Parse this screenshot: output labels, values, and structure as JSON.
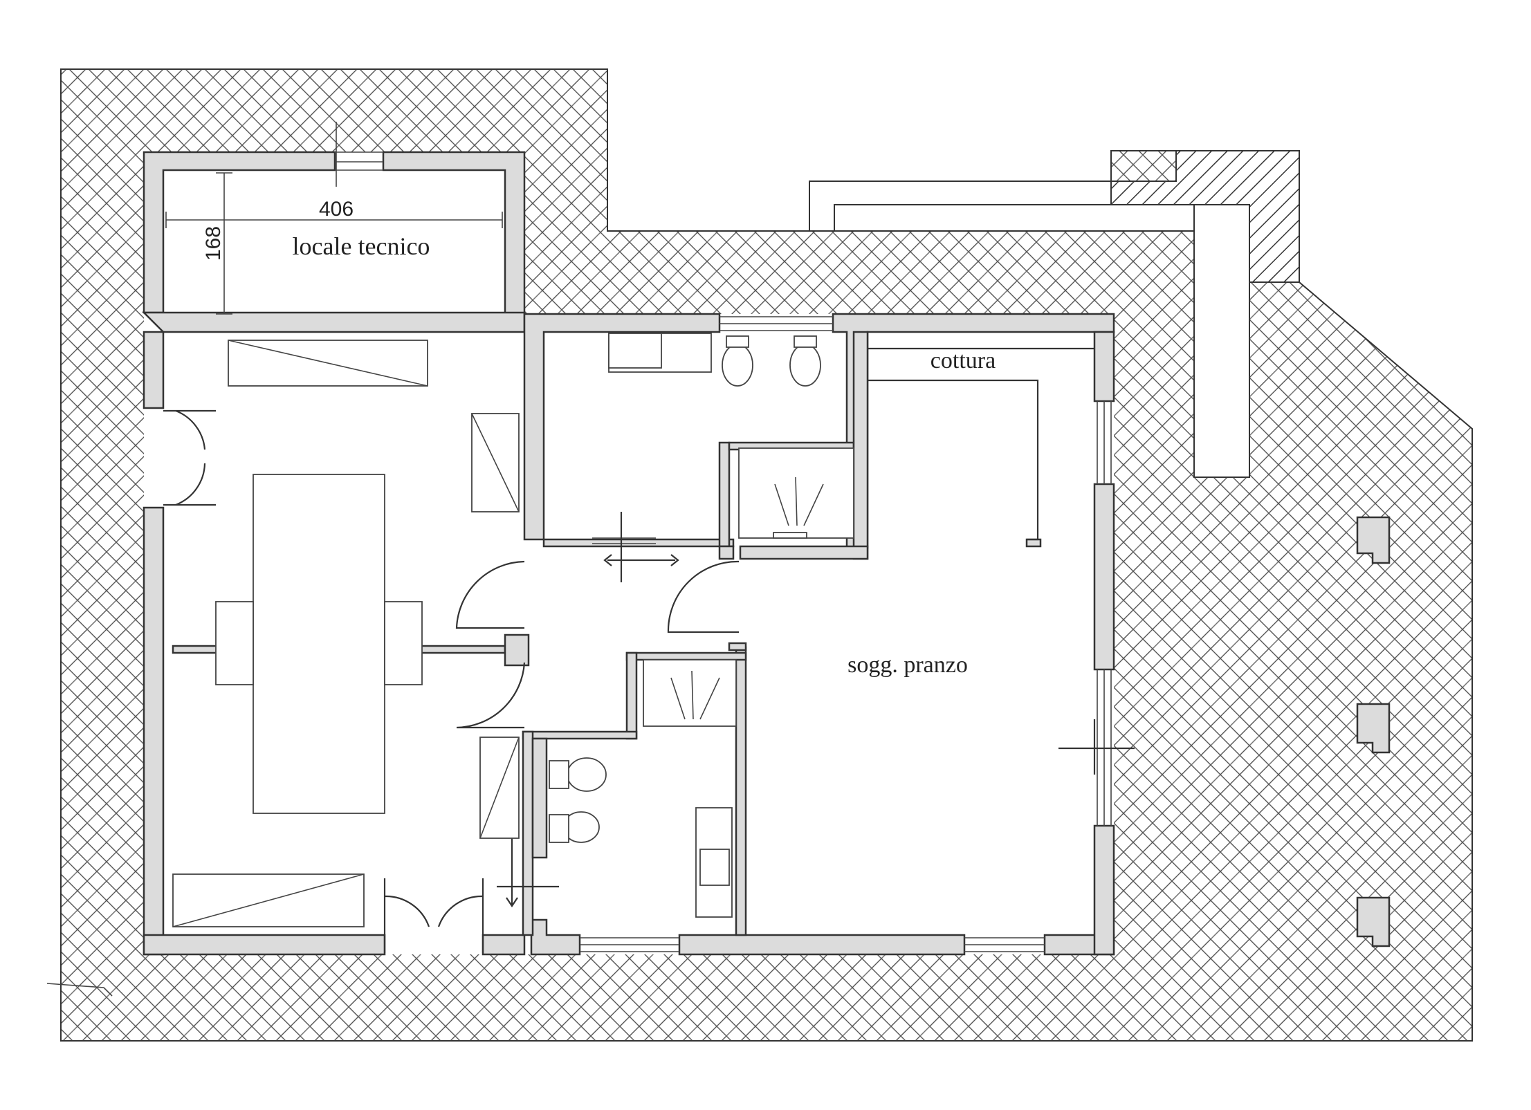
{
  "labels": {
    "locale_tecnico": "locale tecnico",
    "cottura": "cottura",
    "sogg_pranzo": "sogg. pranzo"
  },
  "dimensions": {
    "width": "406",
    "depth": "168"
  }
}
